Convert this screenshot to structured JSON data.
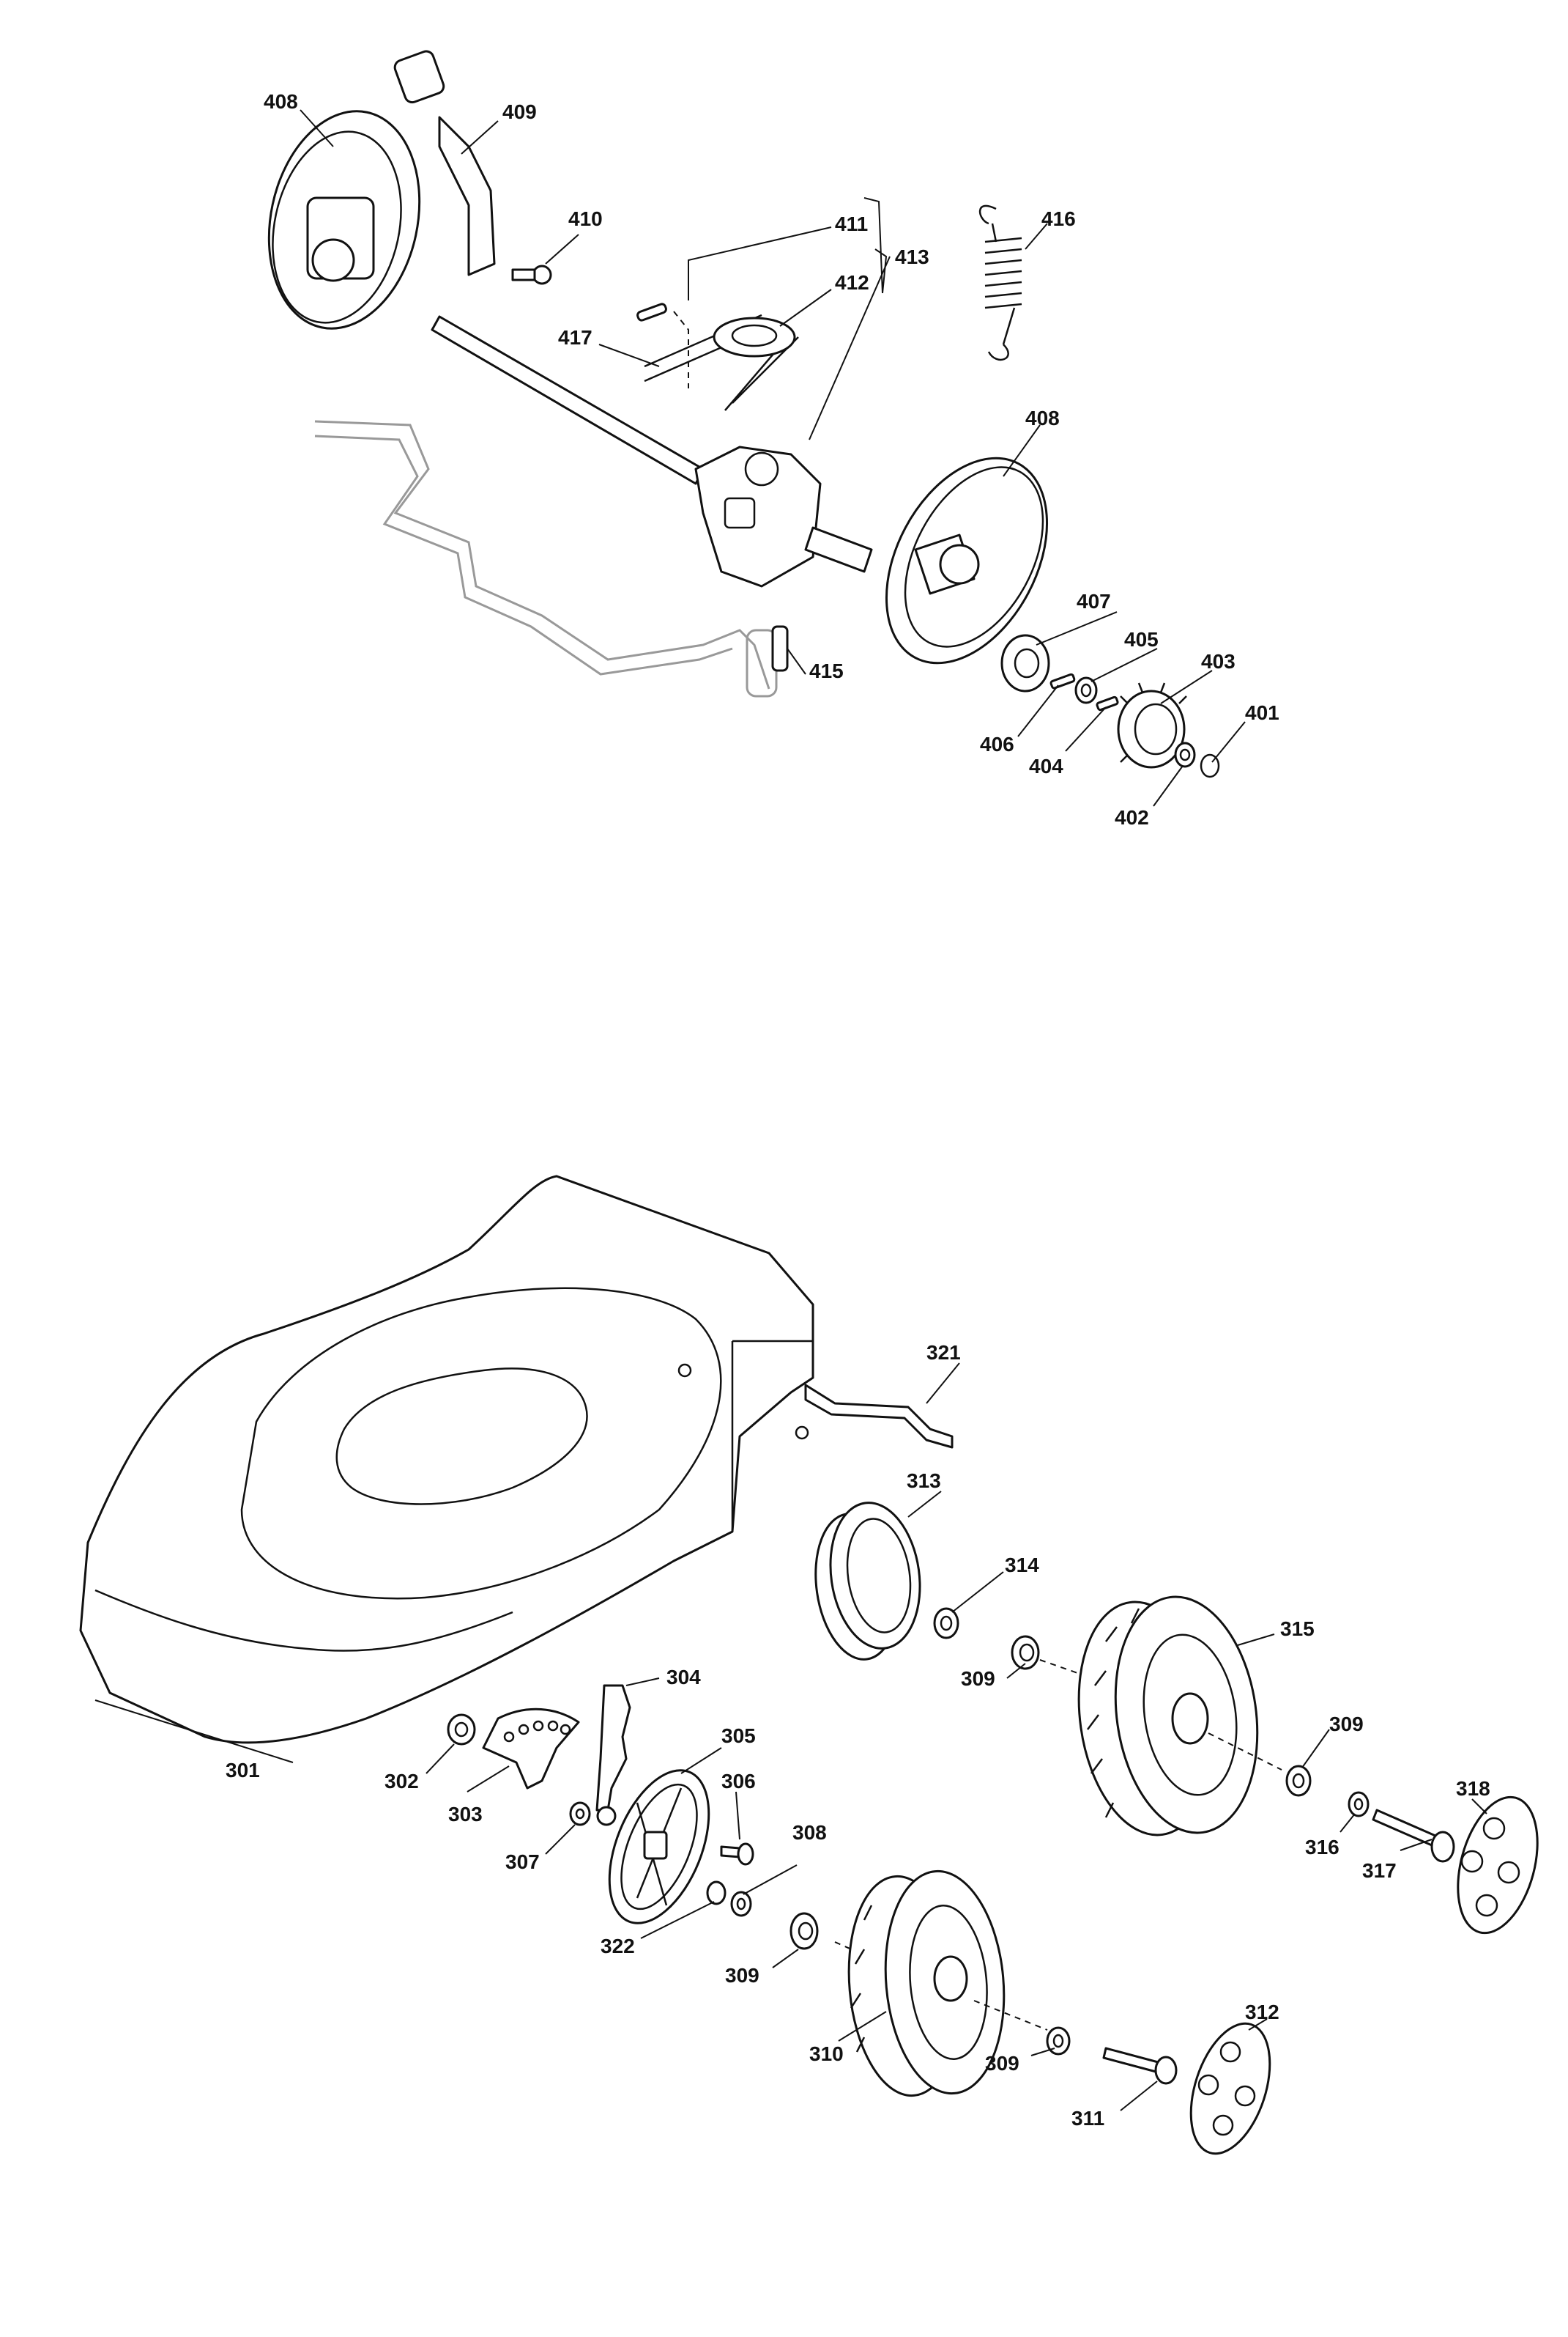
{
  "callouts": {
    "401": "401",
    "402": "402",
    "403": "403",
    "404": "404",
    "405": "405",
    "406": "406",
    "407": "407",
    "408": "408",
    "409": "409",
    "410": "410",
    "411": "411",
    "412": "412",
    "413": "413",
    "415": "415",
    "416": "416",
    "417": "417",
    "301": "301",
    "302": "302",
    "303": "303",
    "304": "304",
    "305": "305",
    "306": "306",
    "307": "307",
    "308": "308",
    "309": "309",
    "310": "310",
    "311": "311",
    "312": "312",
    "313": "313",
    "314": "314",
    "315": "315",
    "316": "316",
    "317": "317",
    "318": "318",
    "321": "321",
    "322": "322"
  }
}
